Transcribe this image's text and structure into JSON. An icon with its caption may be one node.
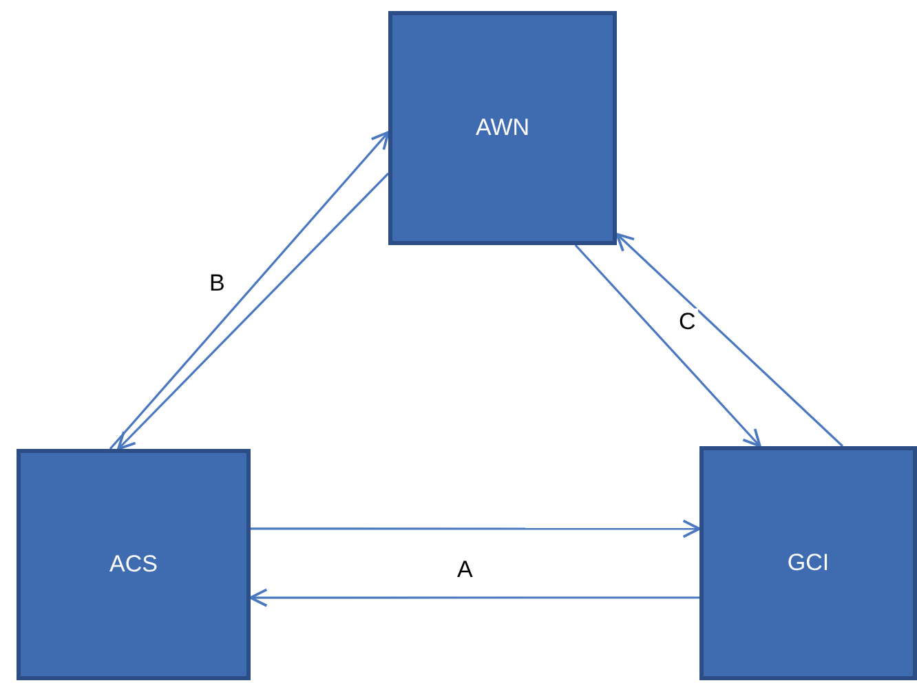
{
  "diagram": {
    "nodes": [
      {
        "text": [
          "AWN"
        ]
      },
      {
        "text": [
          "ACS"
        ]
      },
      {
        "text": [
          "GCI"
        ]
      }
    ],
    "edges": [
      {
        "from": 1,
        "to": 0,
        "arrow": "to",
        "label": "B"
      },
      {
        "from": 0,
        "to": 1,
        "arrow": "to"
      },
      {
        "from": 0,
        "to": 2,
        "arrow": "to",
        "label": "C"
      },
      {
        "from": 2,
        "to": 0,
        "arrow": "to"
      },
      {
        "from": 1,
        "to": 2,
        "arrow": "to",
        "label": "A"
      },
      {
        "from": 2,
        "to": 1,
        "arrow": "to"
      }
    ]
  }
}
